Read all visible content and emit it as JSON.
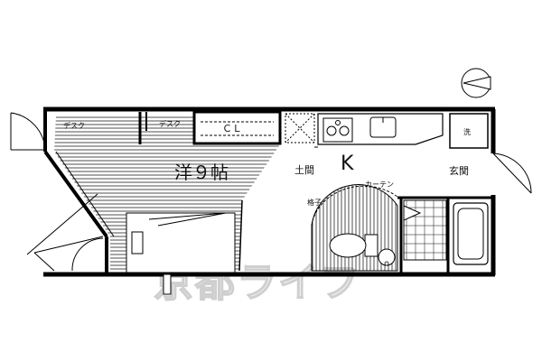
{
  "floor_plan": {
    "rooms": {
      "western_room": "洋９帖",
      "kitchen": "K",
      "doma": "土間",
      "genkan": "玄関"
    },
    "fixtures": {
      "desk_left": "デスク",
      "desk_right": "デスク",
      "closet": "ＣＬ",
      "washer": "洗",
      "curtain": "カーテン",
      "lattice": "格子"
    },
    "compass": {
      "direction": "north"
    },
    "watermark": "京都ライフ",
    "colors": {
      "wall": "#000000",
      "hatch": "#222222",
      "watermark": "#cfcfcf"
    }
  }
}
